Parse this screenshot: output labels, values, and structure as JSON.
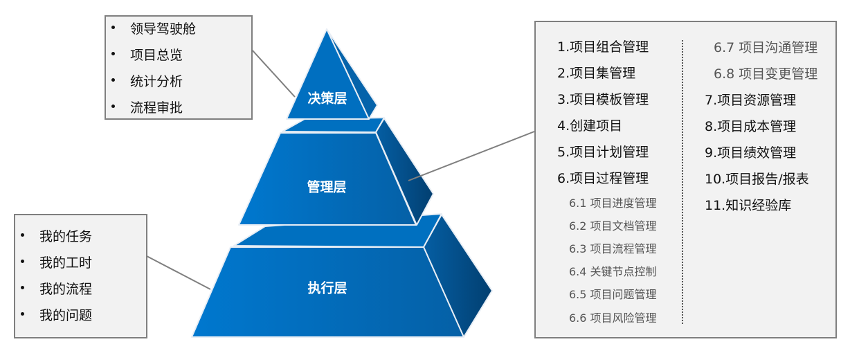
{
  "pyramid": {
    "top": "决策层",
    "middle": "管理层",
    "bottom": "执行层"
  },
  "decision_box": {
    "items": [
      "领导驾驶舱",
      "项目总览",
      "统计分析",
      "流程审批"
    ]
  },
  "execution_box": {
    "items": [
      "我的任务",
      "我的工时",
      "我的流程",
      "我的问题"
    ]
  },
  "management_box": {
    "col1": [
      "1.项目组合管理",
      "2.项目集管理",
      "3.项目模板管理",
      "4.创建项目",
      "5.项目计划管理",
      "6.项目过程管理"
    ],
    "col1_sub": [
      "6.1 项目进度管理",
      "6.2 项目文档管理",
      "6.3 项目流程管理",
      "6.4 关键节点控制",
      "6.5 项目问题管理",
      "6.6 项目风险管理"
    ],
    "col2_sub": [
      "6.7 项目沟通管理",
      "6.8 项目变更管理"
    ],
    "col2": [
      "7.项目资源管理",
      "8.项目成本管理",
      "9.项目绩效管理",
      "10.项目报告/报表",
      "11.知识经验库"
    ]
  },
  "colors": {
    "front_left": "#0076cc",
    "front_right": "#0560a8",
    "side": "#024a80",
    "box_bg": "#f2f2f2",
    "border": "#7f7f7f"
  }
}
